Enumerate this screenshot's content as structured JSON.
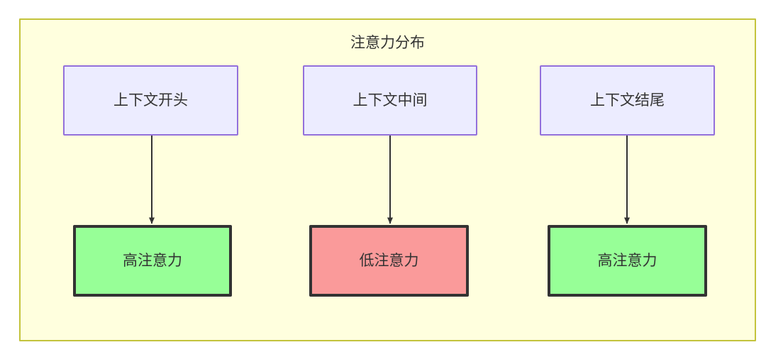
{
  "diagram": {
    "title": "注意力分布",
    "colors": {
      "container_fill": "#ffffde",
      "container_border": "#c3c33c",
      "context_fill": "#ececff",
      "context_border": "#9370db",
      "high_attention_fill": "#97ff97",
      "low_attention_fill": "#fa9a9a",
      "node_border": "#333333",
      "edge": "#333333",
      "text": "#333333"
    },
    "context_nodes": [
      {
        "id": "ctx-start",
        "label": "上下文开头"
      },
      {
        "id": "ctx-middle",
        "label": "上下文中间"
      },
      {
        "id": "ctx-end",
        "label": "上下文结尾"
      }
    ],
    "attention_nodes": [
      {
        "id": "attn-1",
        "label": "高注意力",
        "level": "high"
      },
      {
        "id": "attn-2",
        "label": "低注意力",
        "level": "low"
      },
      {
        "id": "attn-3",
        "label": "高注意力",
        "level": "high"
      }
    ],
    "edges": [
      {
        "from": "ctx-start",
        "to": "attn-1",
        "label": ""
      },
      {
        "from": "ctx-middle",
        "to": "attn-2",
        "label": ""
      },
      {
        "from": "ctx-end",
        "to": "attn-3",
        "label": ""
      }
    ]
  }
}
